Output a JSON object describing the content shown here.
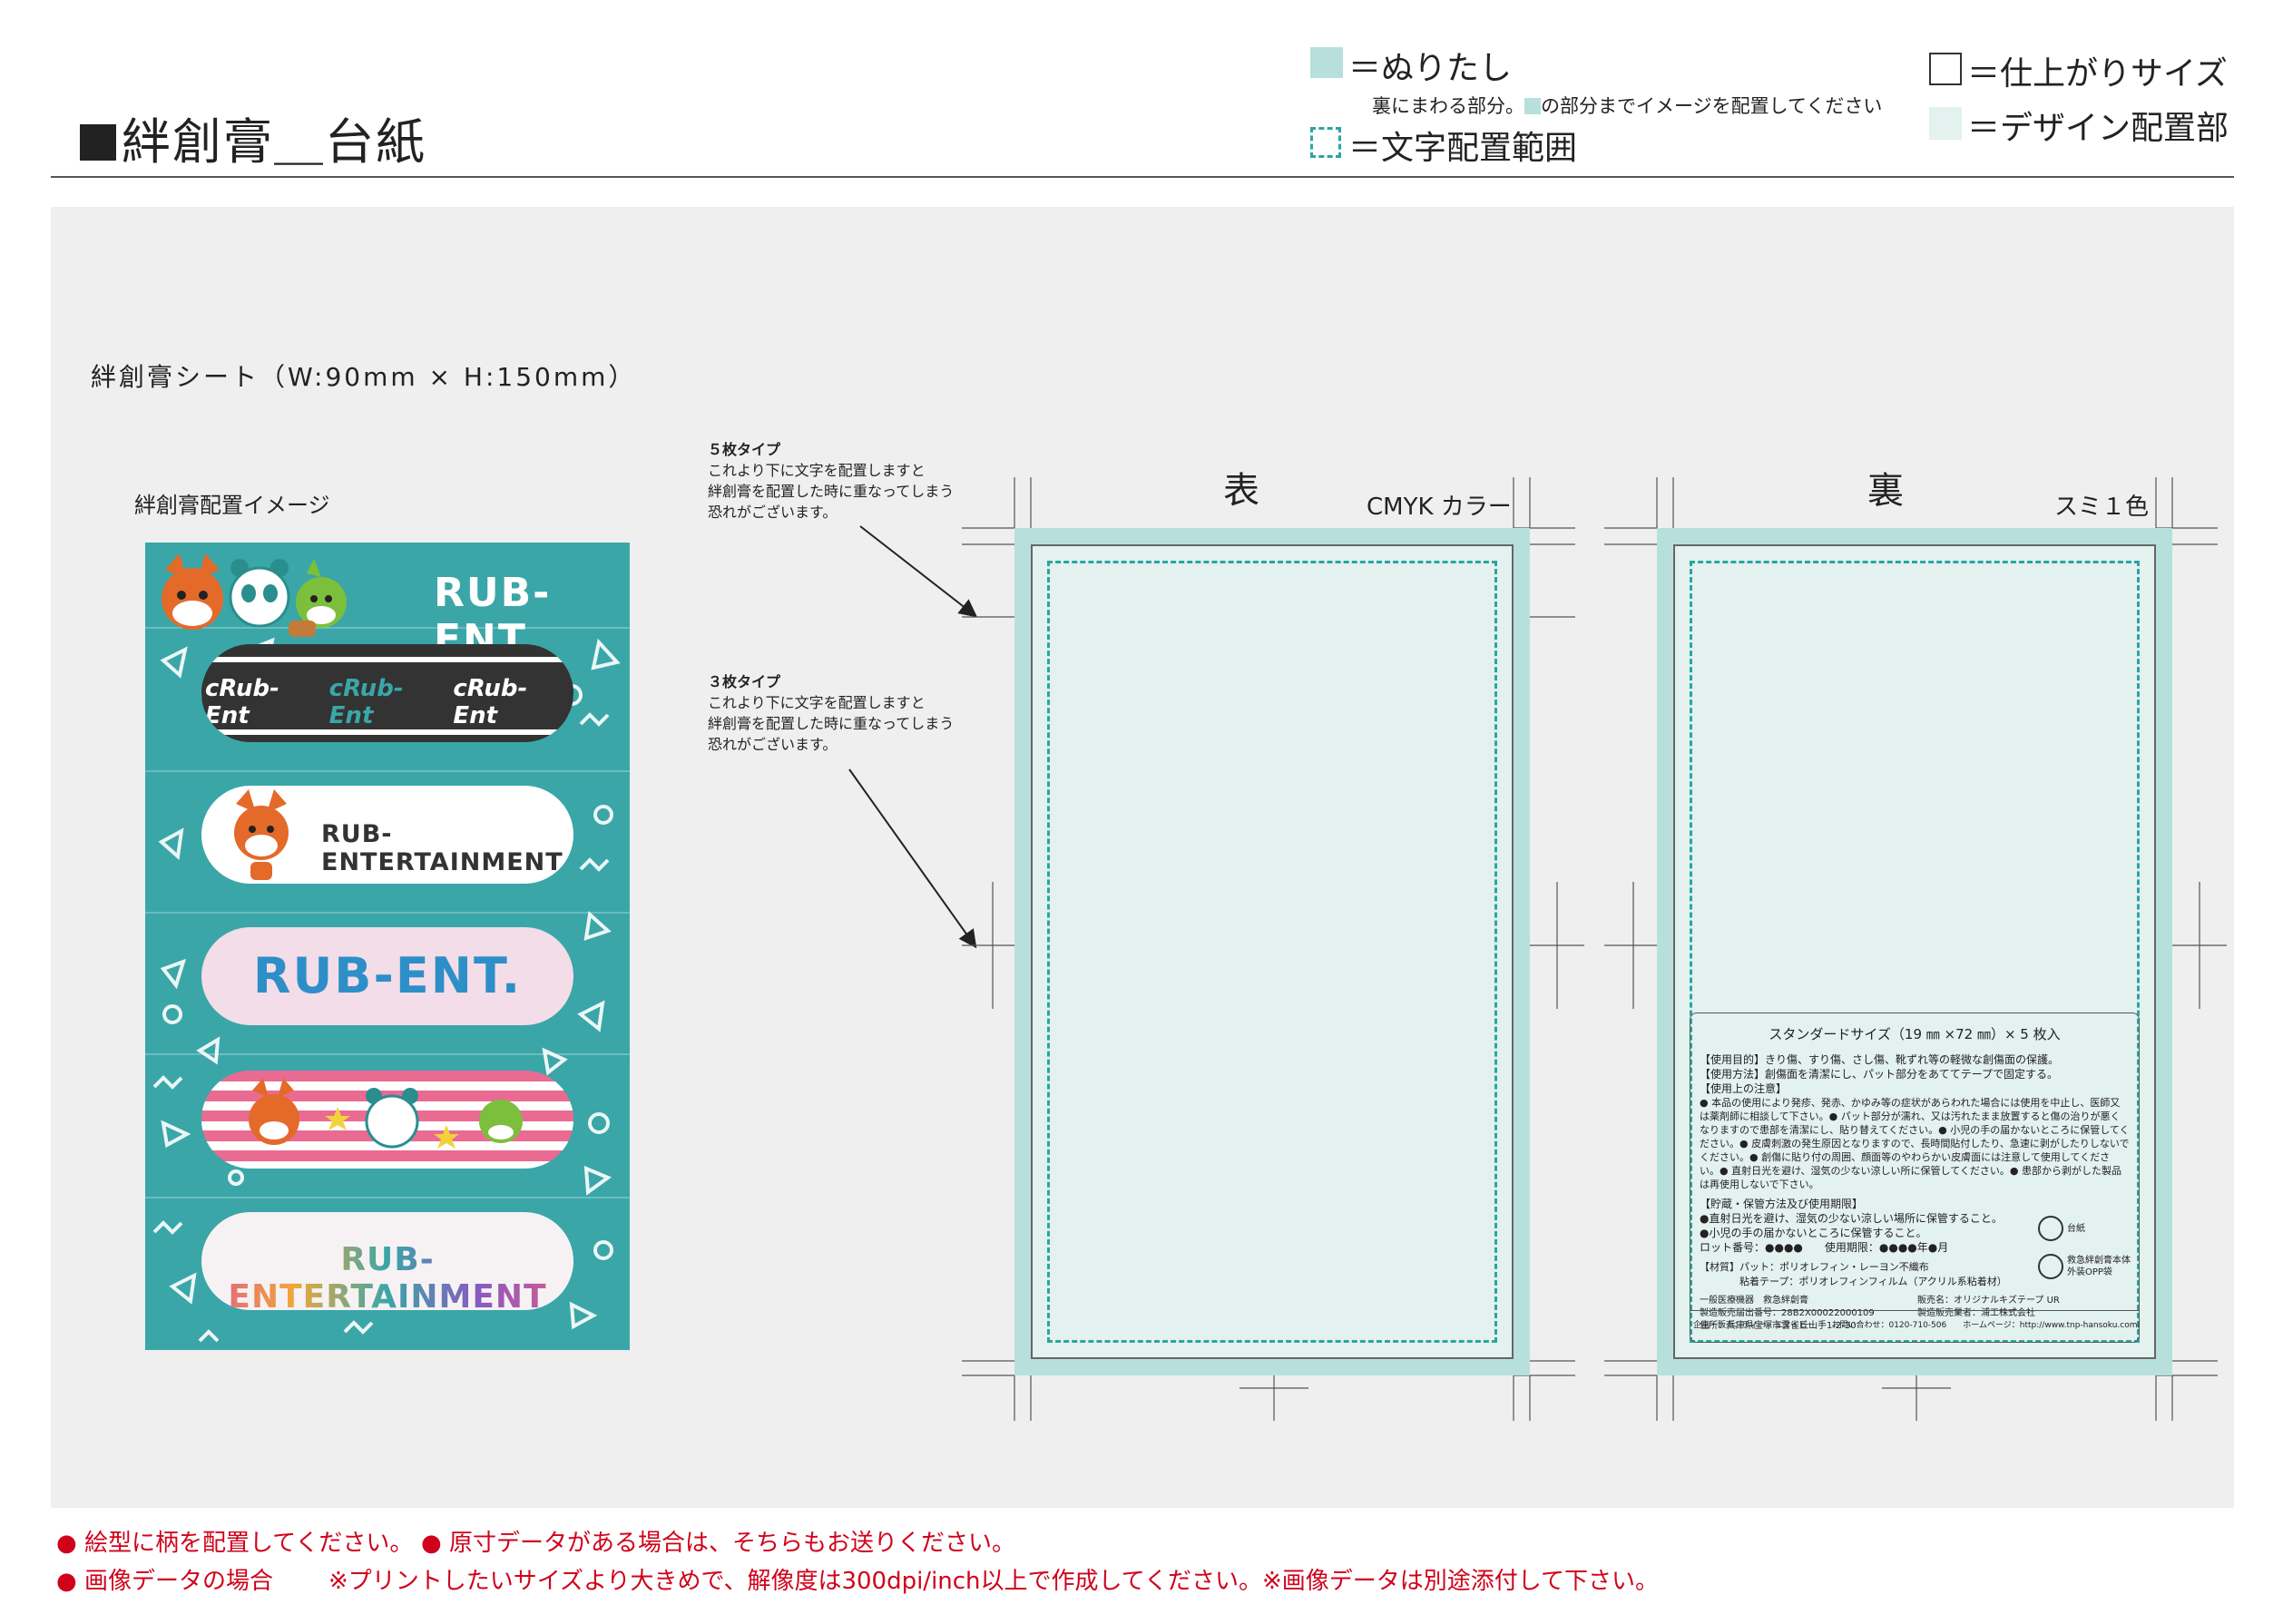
{
  "header": {
    "title": "絆創膏＿台紙",
    "legend": {
      "bleed_label": "＝ぬりたし",
      "bleed_note_a": "裏にまわる部分。",
      "bleed_note_b": "の部分までイメージを配置してください",
      "text_area_label": "＝文字配置範囲",
      "trim_label": "＝仕上がりサイズ",
      "design_label": "＝デザイン配置部"
    }
  },
  "left": {
    "sheet_caption": "絆創膏シート（W:90mm × H:150mm）",
    "image_caption": "絆創膏配置イメージ",
    "mock": {
      "brand": "RUB-ENT.",
      "bandage1_text": "cRub-Ent",
      "bandage2_text": "RUB-ENTERTAINMENT",
      "bandage3_text": "RUB-ENT.",
      "bandage5_text": "RUB-ENTERTAINMENT"
    }
  },
  "notes": {
    "five": {
      "heading": "５枚タイプ",
      "line1": "これより下に文字を配置しますと",
      "line2": "絆創膏を配置した時に重なってしまう",
      "line3": "恐れがございます。"
    },
    "three": {
      "heading": "３枚タイプ",
      "line1": "これより下に文字を配置しますと",
      "line2": "絆創膏を配置した時に重なってしまう",
      "line3": "恐れがございます。"
    }
  },
  "front": {
    "title": "表",
    "color": "CMYK カラー"
  },
  "back": {
    "title": "裏",
    "color": "スミ１色",
    "box_title": "スタンダードサイズ（19 ㎜ ×72 ㎜）× 5 枚入",
    "usage": [
      "【使用目的】きり傷、すり傷、さし傷、靴ずれ等の軽微な創傷面の保護。",
      "【使用方法】創傷面を清潔にし、パット部分をあててテープで固定する。",
      "【使用上の注意】",
      "● 本品の使用により発疹、発赤、かゆみ等の症状があらわれた場合には使用を中止し、医師又は薬剤師に相談して下さい。● パット部分が濡れ、又は汚れたまま放置すると傷の治りが悪くなりますので患部を清潔にし、貼り替えてください。● 小児の手の届かないところに保管してください。● 皮膚刺激の発生原因となりますので、長時間貼付したり、急速に剥がしたりしないでください。● 創傷に貼り付の周囲、顔面等のやわらかい皮膚面には注意して使用してください。● 直射日光を避け、湿気の少ない涼しい所に保管してください。● 患部から剥がした製品は再使用しないで下さい。"
    ],
    "storage": [
      "【貯蔵・保管方法及び使用期限】",
      "●直射日光を避け、湿気の少ない涼しい場所に保管すること。",
      "●小児の手の届かないところに保管すること。",
      "ロット番号：●●●●　　使用期限：●●●●年●月"
    ],
    "material": [
      "【材質】パット：ポリオレフィン・レーヨン不織布",
      "　　　　粘着テープ：ポリオレフィンフィルム（アクリル系粘着材）"
    ],
    "maker_left": [
      "一般医療機器　救急絆創膏",
      "製造販売届出番号：28B2X00022000109",
      "住所：兵庫県宝塚市雲雀丘山手1-2-30"
    ],
    "maker_right": [
      "販売名：オリジナルキズテープ UR",
      "製造販売業者：浦工株式会社"
    ],
    "recycle_labels": [
      "台紙",
      "救急絆創膏本体",
      "外装OPP袋"
    ],
    "footer": "企画・販売：ティー・エヌ・ピー　　お問い合わせ：0120-710-506　　ホームページ：http://www.tnp-hansoku.com/"
  },
  "bottom": {
    "line1a": "● 絵型に柄を配置してください。",
    "line1b": "● 原寸データがある場合は、そちらもお送りください。",
    "line2a": "● 画像データの場合",
    "line2b": "※プリントしたいサイズより大きめで、解像度は300dpi/inch以上で作成してください。※画像データは別途添付して下さい。"
  },
  "colors": {
    "bleed": "#b7e0dc",
    "design": "#e3f1ef",
    "dashed": "#2aa6a0",
    "teal": "#3aa6a8",
    "red": "#d0021b"
  }
}
